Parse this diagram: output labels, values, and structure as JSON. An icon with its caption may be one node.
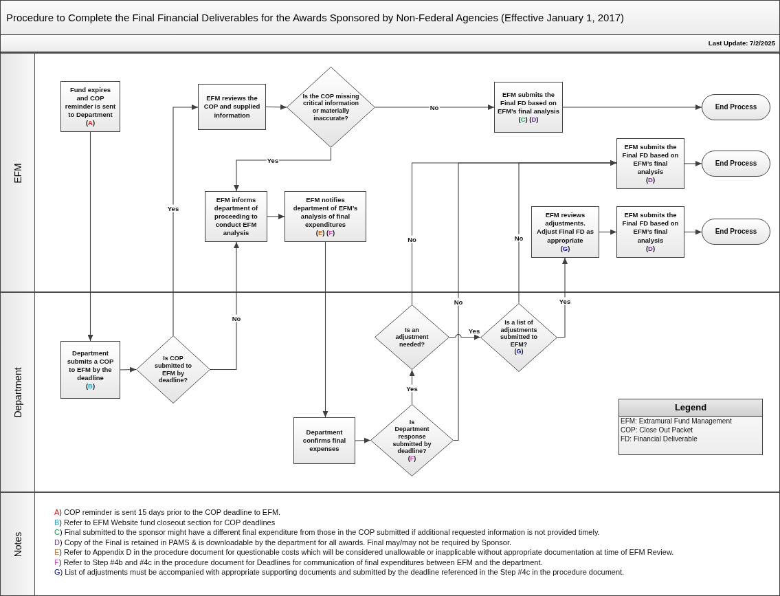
{
  "diagram": {
    "title": "Procedure to Complete the Final Financial Deliverables for the Awards Sponsored by Non-Federal Agencies (Effective January 1, 2017)",
    "nodes": [
      {
        "text": [
          "EFM"
        ]
      },
      {
        "text": [
          "Department"
        ]
      },
      {
        "text": [
          "Notes",
          "A) COP reminder is sent 15 days prior to the COP deadline to EFM.",
          "B) Refer to EFM Website fund closeout section for COP deadlines",
          "C) Final submitted to the sponsor might have a different final expenditure from those in the COP submitted if additional requested information is not provided timely.",
          "D) Copy of the Final is retained in PAMS & is downloadable by the department for all awards. Final may/may not be required by Sponsor.",
          "E) Refer to Appendix D in the procedure document for questionable costs which will be considered unallowable or inapplicable without appropriate documentation at time of EFM Review.",
          "F) Refer to Step #4b and #4c in the procedure document for Deadlines for communication of final expenditures between EFM and the department.",
          "G) List of adjustments must be accompanied with appropriate supporting documents and submitted by the deadline referenced in the Step #4c in the procedure document."
        ]
      },
      {
        "text": [
          "Fund expires and COP reminder is sent to Department",
          "(A)"
        ],
        "in": 0
      },
      {
        "text": [
          "EFM reviews the COP and supplied information"
        ],
        "in": 0
      },
      {
        "text": [
          "Is the COP missing critical information or materially inaccurate?"
        ],
        "in": 0
      },
      {
        "text": [
          "EFM submits the Final FD based on EFM’s final analysis",
          "(C) (D)"
        ],
        "in": 0
      },
      {
        "text": [
          "End Process"
        ],
        "in": 0
      },
      {
        "text": [
          "EFM submits the Final FD based on EFM’s final analysis",
          "(D)"
        ],
        "in": 0
      },
      {
        "text": [
          "End Process"
        ],
        "in": 0
      },
      {
        "text": [
          "EFM informs department of proceeding to conduct EFM analysis"
        ],
        "in": 0
      },
      {
        "text": [
          "EFM notifies department of EFM’s analysis of final expenditures",
          "(E) (F)"
        ],
        "in": 0
      },
      {
        "text": [
          "EFM reviews adjustments. Adjust Final FD as appropriate",
          "(G)"
        ],
        "in": 0
      },
      {
        "text": [
          "EFM submits the Final FD based on EFM’s final analysis",
          "(D)"
        ],
        "in": 0
      },
      {
        "text": [
          "End Process"
        ],
        "in": 0
      },
      {
        "text": [
          "Department submits a COP to EFM by the deadline",
          "(B)"
        ],
        "in": 1
      },
      {
        "text": [
          "Is COP submitted to EFM by deadline?"
        ],
        "in": 1
      },
      {
        "text": [
          "Is an adjustment needed?"
        ],
        "in": 1
      },
      {
        "text": [
          "Is a list of adjustments submitted to EFM?",
          "(G)"
        ],
        "in": 1
      },
      {
        "text": [
          "Department confirms final expenses"
        ],
        "in": 1
      },
      {
        "text": [
          "Is Department response submitted by deadline?",
          "(F)"
        ],
        "in": 1
      }
    ],
    "edges": [
      {
        "from": 3,
        "to": 15,
        "arrow": "to"
      },
      {
        "from": 15,
        "to": 16,
        "arrow": "to"
      },
      {
        "from": 16,
        "to": 4,
        "arrow": "to",
        "label": "Yes"
      },
      {
        "from": 16,
        "to": 10,
        "arrow": "to",
        "label": "No"
      },
      {
        "from": 4,
        "to": 5,
        "arrow": "to"
      },
      {
        "from": 5,
        "to": 6,
        "arrow": "to",
        "label": "No"
      },
      {
        "from": 6,
        "to": 7,
        "arrow": "to"
      },
      {
        "from": 5,
        "to": 10,
        "arrow": "to",
        "label": "Yes"
      },
      {
        "from": 10,
        "to": 11,
        "arrow": "to"
      },
      {
        "from": 11,
        "to": 19,
        "arrow": "to"
      },
      {
        "from": 19,
        "to": 20,
        "arrow": "to"
      },
      {
        "from": 20,
        "to": 17,
        "arrow": "to",
        "label": "Yes"
      },
      {
        "from": 20,
        "to": 8,
        "arrow": "to",
        "label": "No"
      },
      {
        "from": 17,
        "to": 8,
        "arrow": "to",
        "label": "No"
      },
      {
        "from": 17,
        "to": 18,
        "arrow": "to",
        "label": "Yes"
      },
      {
        "from": 18,
        "to": 8,
        "arrow": "to",
        "label": "No"
      },
      {
        "from": 18,
        "to": 12,
        "arrow": "to",
        "label": "Yes"
      },
      {
        "from": 12,
        "to": 13,
        "arrow": "to"
      },
      {
        "from": 13,
        "to": 14,
        "arrow": "to"
      },
      {
        "from": 8,
        "to": 9,
        "arrow": "to"
      }
    ],
    "labels": [
      "Last Update: 7/2/2025",
      "Legend"
    ],
    "legend": [
      {
        "text": "EFM: Extramural Fund Management"
      },
      {
        "text": "COP: Close Out Packet"
      },
      {
        "text": "FD: Financial Deliverable"
      }
    ]
  }
}
